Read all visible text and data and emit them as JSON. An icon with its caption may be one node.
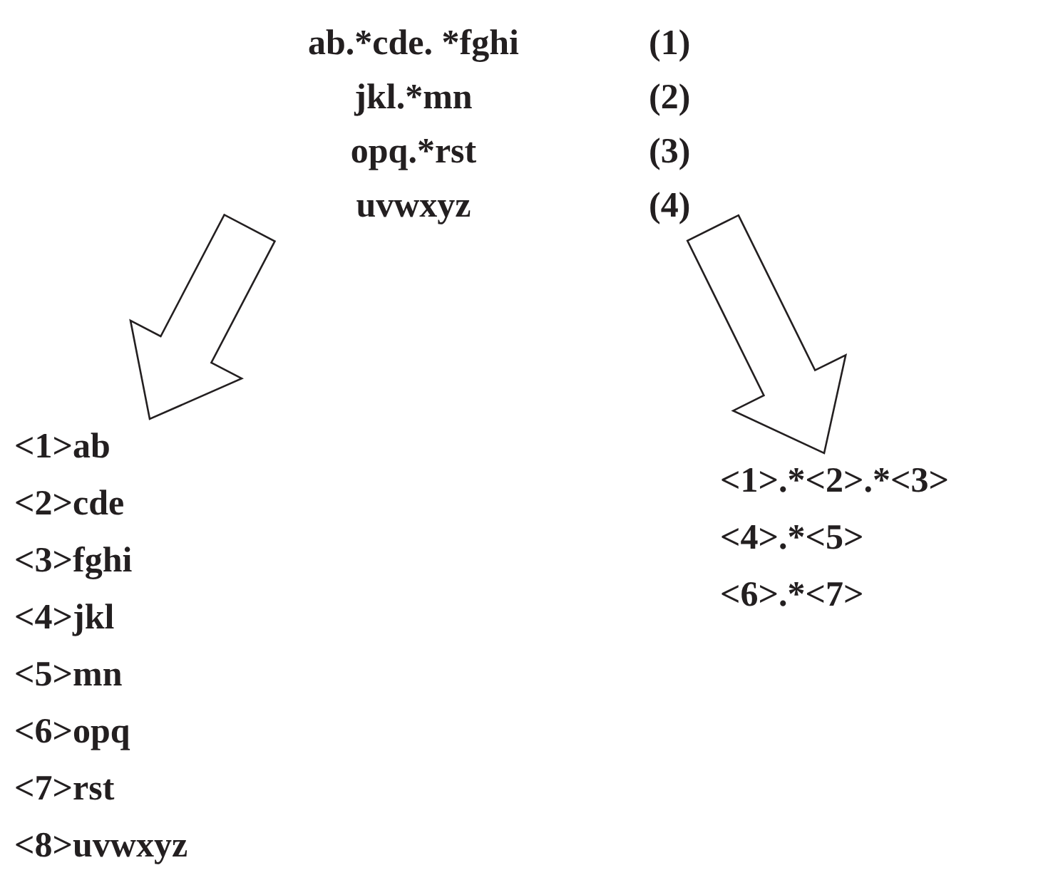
{
  "diagram": {
    "nodes": [
      {
        "text": [
          "ab.*cde. *fghi",
          "(1)",
          "jkl.*mn",
          "(2)",
          "opq.*rst",
          "(3)",
          "uvwxyz",
          "(4)"
        ]
      },
      {
        "text": [
          "<1>ab",
          "<2>cde",
          "<3>fghi",
          "<4>jkl",
          "<5>mn",
          "<6>opq",
          "<7>rst",
          "<8>uvwxyz"
        ]
      },
      {
        "text": [
          "<1>.*<2>.*<3>",
          "<4>.*<5>",
          "<6>.*<7>"
        ]
      }
    ],
    "edges": [
      {
        "from": 0,
        "to": 1,
        "arrow": "to"
      },
      {
        "from": 0,
        "to": 2,
        "arrow": "to"
      }
    ]
  }
}
